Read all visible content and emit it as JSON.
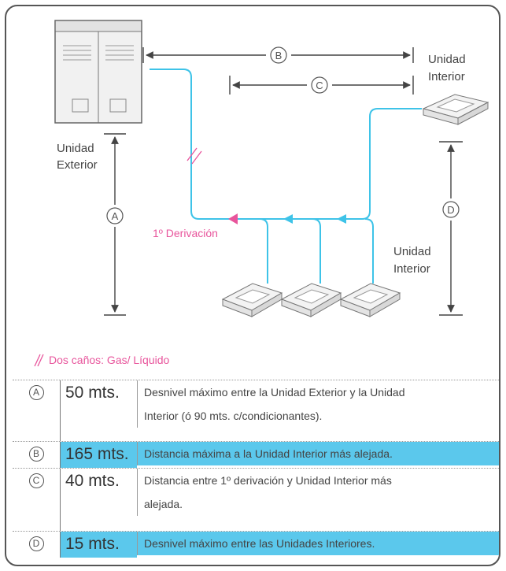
{
  "diagram": {
    "labels": {
      "outdoor_unit": [
        "Unidad",
        "Exterior"
      ],
      "indoor_unit_top": [
        "Unidad",
        "Interior"
      ],
      "indoor_unit_bottom": [
        "Unidad",
        "Interior"
      ],
      "first_branch": "1º Derivación"
    },
    "dimension_markers": [
      "A",
      "B",
      "C",
      "D"
    ],
    "colors": {
      "pipe": "#3ec3e8",
      "branch": "#e8559c",
      "arrow": "#444444",
      "highlight": "#5bc8ec"
    }
  },
  "legend": {
    "icon": "double-slash-icon",
    "text": "Dos caños: Gas/ Líquido"
  },
  "table": {
    "rows": [
      {
        "letter": "A",
        "value": "50 mts.",
        "lines": [
          "Desnivel máximo entre la Unidad Exterior y la Unidad",
          "Interior (ó 90 mts. c/condicionantes)."
        ],
        "highlight": false
      },
      {
        "letter": "B",
        "value": "165 mts.",
        "lines": [
          "Distancia máxima a la Unidad Interior más alejada."
        ],
        "highlight": true
      },
      {
        "letter": "C",
        "value": "40 mts.",
        "lines": [
          "Distancia entre 1º derivación y Unidad Interior más",
          "alejada."
        ],
        "highlight": false
      },
      {
        "letter": "D",
        "value": "15 mts.",
        "lines": [
          "Desnivel máximo entre las Unidades Interiores."
        ],
        "highlight": true
      }
    ]
  }
}
